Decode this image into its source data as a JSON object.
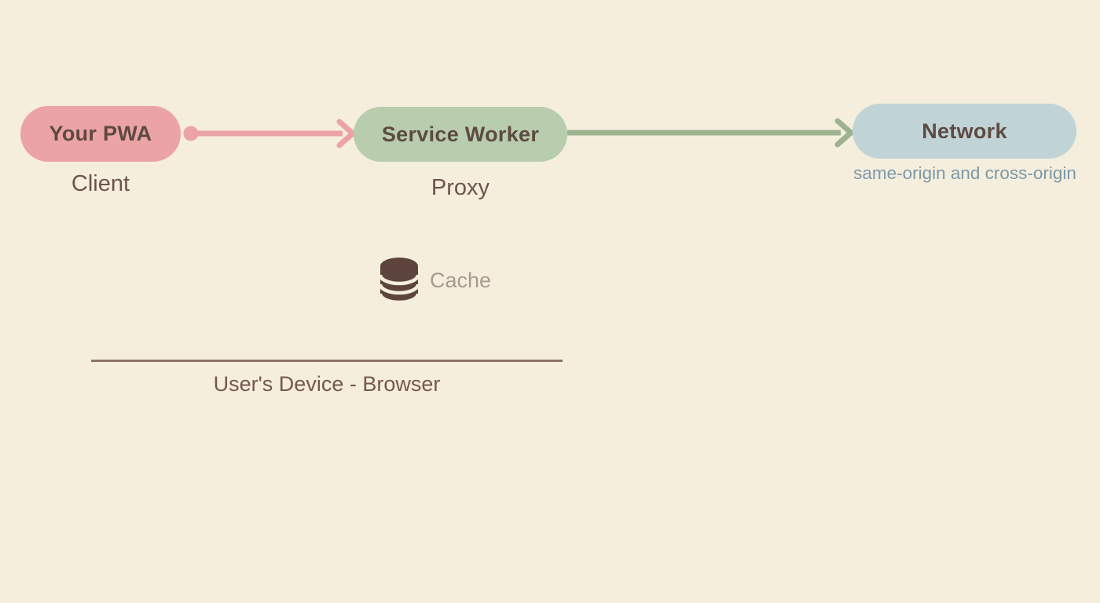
{
  "canvas": {
    "background_color": "#f5eedd"
  },
  "nodes": {
    "pwa": {
      "label": "Your PWA",
      "sublabel": "Client",
      "fill": "#eba3a6",
      "label_color": "#5d4a41",
      "sublabel_color": "#6d544b"
    },
    "service_worker": {
      "label": "Service Worker",
      "sublabel": "Proxy",
      "fill": "#b7cdad",
      "label_color": "#5d4a41",
      "sublabel_color": "#6d544b"
    },
    "network": {
      "label": "Network",
      "sublabel": "same-origin and cross-origin",
      "fill": "#c0d4d7",
      "label_color": "#5d4a41",
      "sublabel_color": "#7b99a9"
    },
    "cache": {
      "label": "Cache",
      "icon": "database-icon",
      "icon_color": "#5d443c",
      "label_color": "#a89a8e"
    }
  },
  "edges": {
    "pwa_to_service_worker": {
      "from": "Your PWA",
      "to": "Service Worker",
      "color": "#eba3a6",
      "start_marker": "dot",
      "end_marker": "arrow"
    },
    "service_worker_to_network": {
      "from": "Service Worker",
      "to": "Network",
      "color": "#9db38f",
      "end_marker": "arrow"
    }
  },
  "boundary": {
    "label": "User's Device - Browser",
    "line_color": "#8d7265",
    "label_color": "#75574e"
  }
}
